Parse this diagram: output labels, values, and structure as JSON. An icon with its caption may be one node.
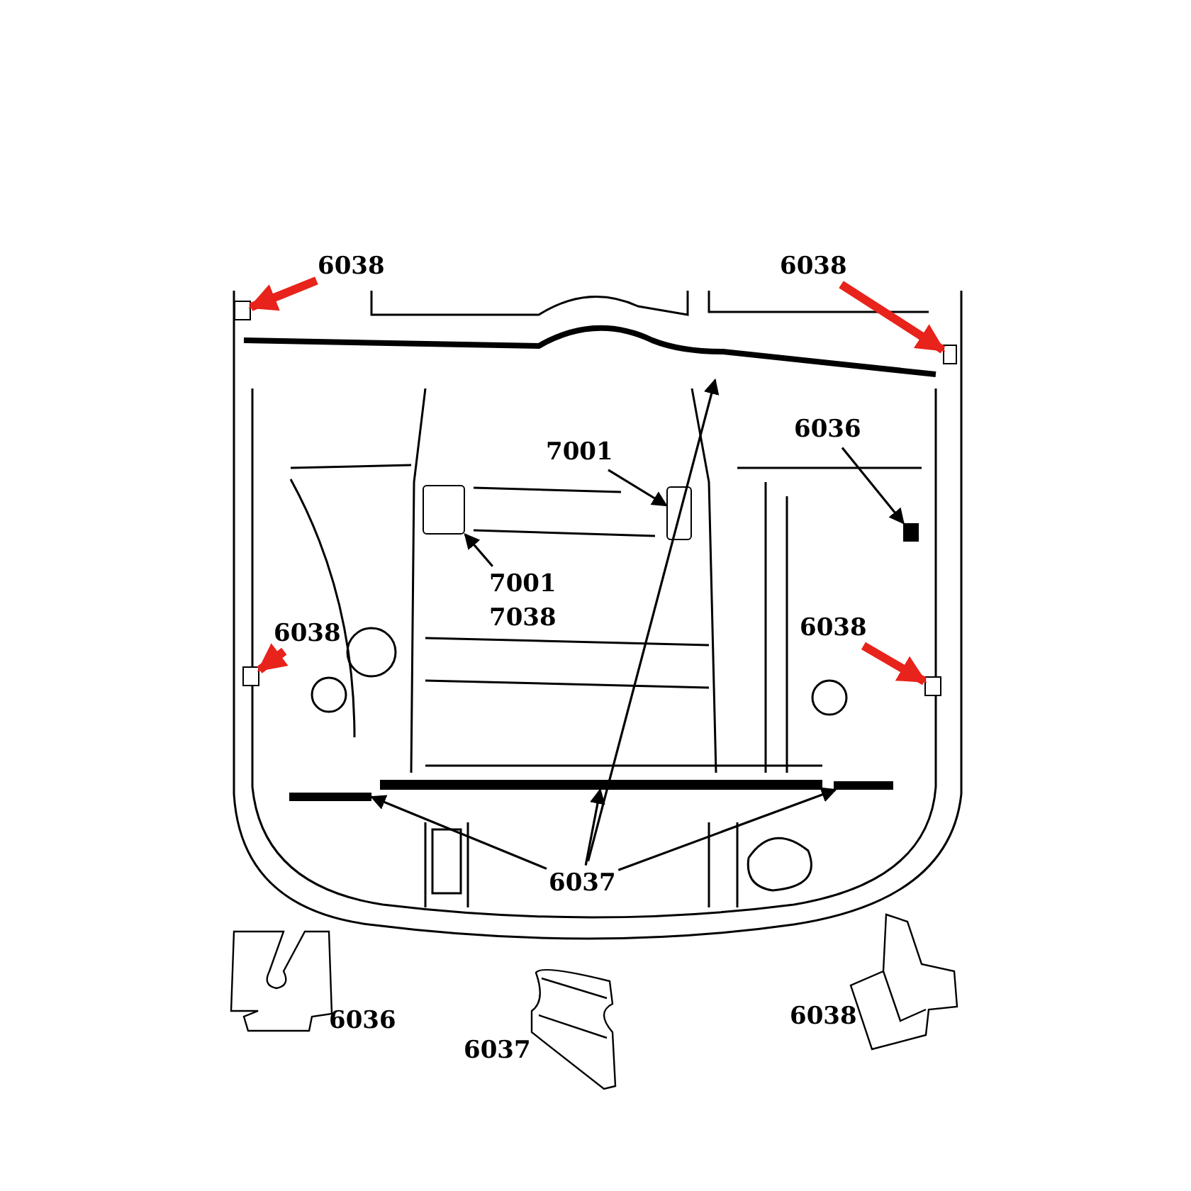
{
  "diagram": {
    "nodes": [
      {
        "text": [
          "6038"
        ]
      },
      {
        "text": [],
        "shape": "box"
      },
      {
        "text": [
          "6038"
        ]
      },
      {
        "text": [],
        "shape": "box"
      },
      {
        "text": [
          "6036"
        ]
      },
      {
        "text": [],
        "shape": "box"
      },
      {
        "text": [
          "7001"
        ]
      },
      {
        "text": [],
        "shape": "box"
      },
      {
        "text": [
          "7001",
          "7038"
        ]
      },
      {
        "text": [],
        "shape": "box"
      },
      {
        "text": [
          "6038"
        ]
      },
      {
        "text": [],
        "shape": "box"
      },
      {
        "text": [
          "6038"
        ]
      },
      {
        "text": [],
        "shape": "box"
      },
      {
        "text": [
          "6037"
        ]
      },
      {
        "text": [],
        "shape": "bar"
      },
      {
        "text": [],
        "shape": "bar"
      },
      {
        "text": [],
        "shape": "bar"
      },
      {
        "text": [],
        "shape": "bar"
      }
    ],
    "edges": [
      {
        "from": 0,
        "to": 1,
        "arrow": "to",
        "style": "thick",
        "color": "#e8231b"
      },
      {
        "from": 2,
        "to": 3,
        "arrow": "to",
        "style": "thick",
        "color": "#e8231b"
      },
      {
        "from": 4,
        "to": 5,
        "arrow": "to"
      },
      {
        "from": 6,
        "to": 7,
        "arrow": "to"
      },
      {
        "from": 8,
        "to": 9,
        "arrow": "to"
      },
      {
        "from": 10,
        "to": 11,
        "arrow": "to",
        "style": "thick",
        "color": "#e8231b"
      },
      {
        "from": 12,
        "to": 13,
        "arrow": "to",
        "style": "thick",
        "color": "#e8231b"
      },
      {
        "from": 14,
        "to": 15,
        "arrow": "to"
      },
      {
        "from": 14,
        "to": 16,
        "arrow": "to"
      },
      {
        "from": 14,
        "to": 17,
        "arrow": "to"
      },
      {
        "from": 14,
        "to": 18,
        "arrow": "to"
      }
    ],
    "labels": [
      "6036",
      "6037",
      "6038"
    ]
  }
}
